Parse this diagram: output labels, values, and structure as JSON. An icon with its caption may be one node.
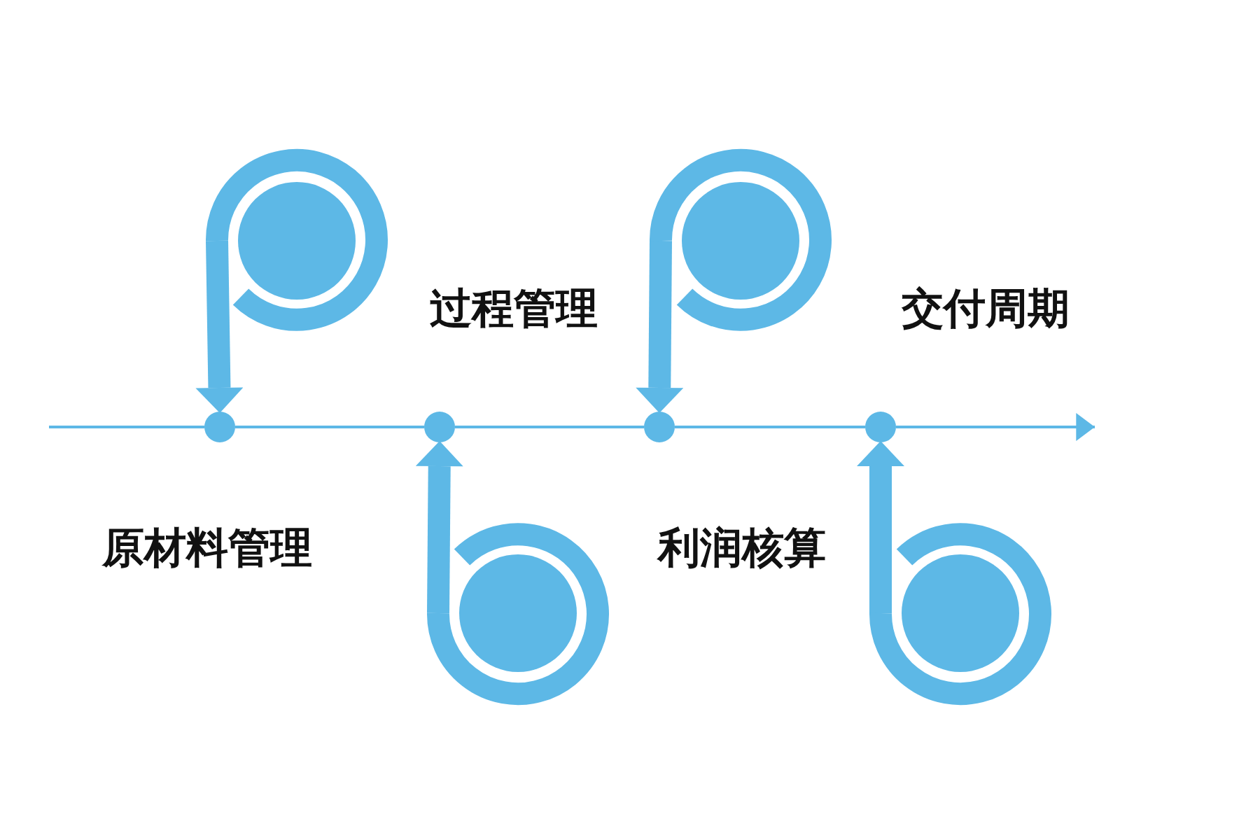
{
  "diagram": {
    "nodes": [
      {
        "text": [],
        "shape": "circle"
      },
      {
        "text": [],
        "shape": "circle"
      },
      {
        "text": [],
        "shape": "circle"
      },
      {
        "text": [],
        "shape": "circle"
      },
      {
        "text": [],
        "shape": "circle",
        "beside": [
          "原材料管理"
        ]
      },
      {
        "text": [],
        "shape": "circle",
        "beside": [
          "过程管理"
        ]
      },
      {
        "text": [],
        "shape": "circle",
        "beside": [
          "利润核算"
        ]
      },
      {
        "text": [],
        "shape": "circle",
        "beside": [
          "交付周期"
        ]
      }
    ],
    "edges": [
      {
        "from": 0,
        "to": 4,
        "arrow": "to",
        "style": "thick"
      },
      {
        "from": 1,
        "to": 5,
        "arrow": "to",
        "style": "thick"
      },
      {
        "from": 2,
        "to": 6,
        "arrow": "to",
        "style": "thick"
      },
      {
        "from": 3,
        "to": 7,
        "arrow": "to",
        "style": "thick"
      },
      {
        "from": null,
        "to": 4,
        "arrow": "none"
      },
      {
        "from": 4,
        "to": 5,
        "arrow": "none"
      },
      {
        "from": 5,
        "to": 6,
        "arrow": "none"
      },
      {
        "from": 6,
        "to": 7,
        "arrow": "none"
      },
      {
        "from": 7,
        "to": null,
        "arrow": "to"
      }
    ]
  }
}
